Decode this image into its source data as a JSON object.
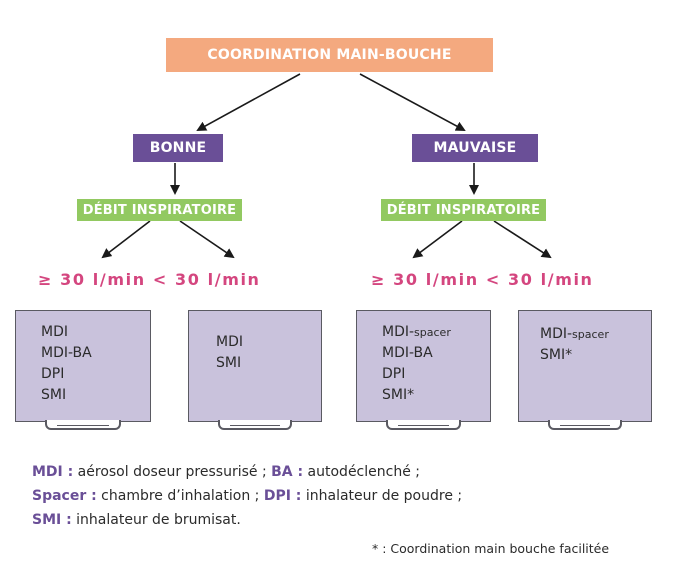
{
  "title": "COORDINATION MAIN-BOUCHE",
  "branches": [
    {
      "label": "BONNE",
      "sub_label": "DÉBIT INSPIRATOIRE",
      "rate_text": "≥ 30 l/min < 30 l/min",
      "devices": [
        {
          "lines": [
            {
              "main": "MDI",
              "suffix": ""
            },
            {
              "main": "MDI-BA",
              "suffix": ""
            },
            {
              "main": "DPI",
              "suffix": ""
            },
            {
              "main": "SMI",
              "suffix": ""
            }
          ]
        },
        {
          "lines": [
            {
              "main": "MDI",
              "suffix": ""
            },
            {
              "main": "SMI",
              "suffix": ""
            }
          ]
        }
      ]
    },
    {
      "label": "MAUVAISE",
      "sub_label": "DÉBIT INSPIRATOIRE",
      "rate_text": "≥ 30 l/min < 30 l/min",
      "devices": [
        {
          "lines": [
            {
              "main": "MDI-",
              "suffix": "spacer"
            },
            {
              "main": "MDI-BA",
              "suffix": ""
            },
            {
              "main": "DPI",
              "suffix": ""
            },
            {
              "main": "SMI*",
              "suffix": ""
            }
          ]
        },
        {
          "lines": [
            {
              "main": "MDI-",
              "suffix": "spacer"
            },
            {
              "main": "SMI*",
              "suffix": ""
            }
          ]
        }
      ]
    }
  ],
  "legend": [
    [
      {
        "key": "MDI :",
        "text": " aérosol doseur pressurisé ; "
      },
      {
        "key": "BA :",
        "text": " autodéclenché ;"
      }
    ],
    [
      {
        "key": "Spacer :",
        "text": " chambre d’inhalation ; "
      },
      {
        "key": "DPI :",
        "text": " inhalateur de poudre ;"
      }
    ],
    [
      {
        "key": "SMI :",
        "text": " inhalateur de brumisat."
      }
    ]
  ],
  "footnote": "* : Coordination main bouche facilitée",
  "colors": {
    "top_box": "#f4a97f",
    "purple": "#6a4f97",
    "green": "#92c961",
    "pink": "#d4467f",
    "device_fill": "#c9c2dc"
  }
}
